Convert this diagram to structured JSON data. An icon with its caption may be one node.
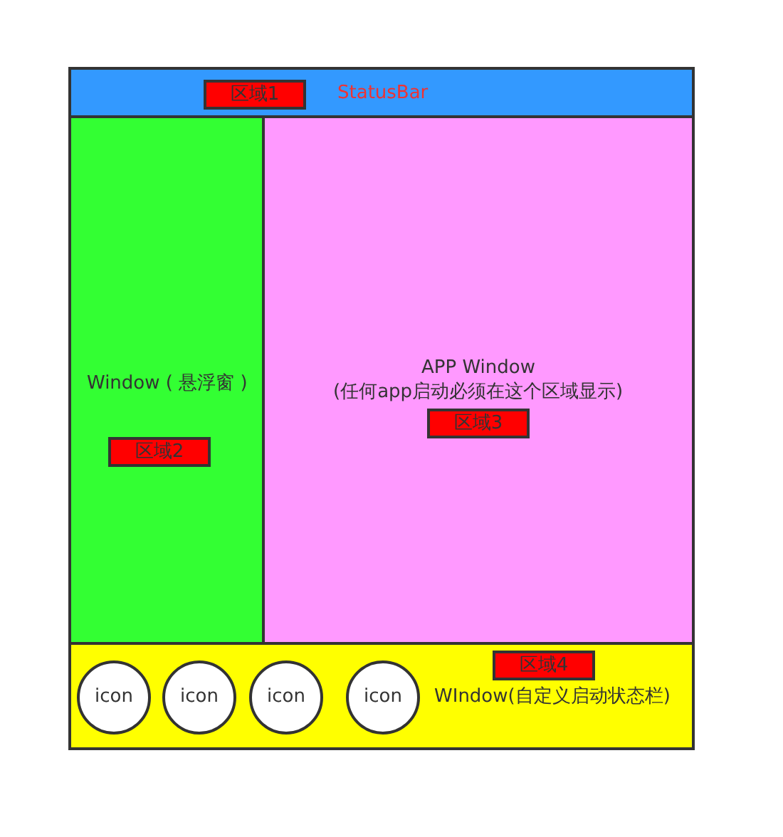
{
  "diagram": {
    "nodes": [
      {
        "text": [
          "StatusBar"
        ]
      },
      {
        "text": [
          "区域1"
        ],
        "in": 0
      },
      {
        "text": [
          "Window ( 悬浮窗 )"
        ]
      },
      {
        "text": [
          "区域2"
        ],
        "in": 2
      },
      {
        "text": [
          "APP Window",
          "(任何app启动必须在这个区域显示)"
        ]
      },
      {
        "text": [
          "区域3"
        ],
        "in": 4
      },
      {
        "text": [
          "WIndow(自定义启动状态栏)"
        ]
      },
      {
        "text": [
          "区域4"
        ],
        "in": 6
      },
      {
        "text": [
          "icon"
        ],
        "in": 6
      },
      {
        "text": [
          "icon"
        ],
        "in": 6
      },
      {
        "text": [
          "icon"
        ],
        "in": 6
      },
      {
        "text": [
          "icon"
        ],
        "in": 6
      }
    ]
  }
}
